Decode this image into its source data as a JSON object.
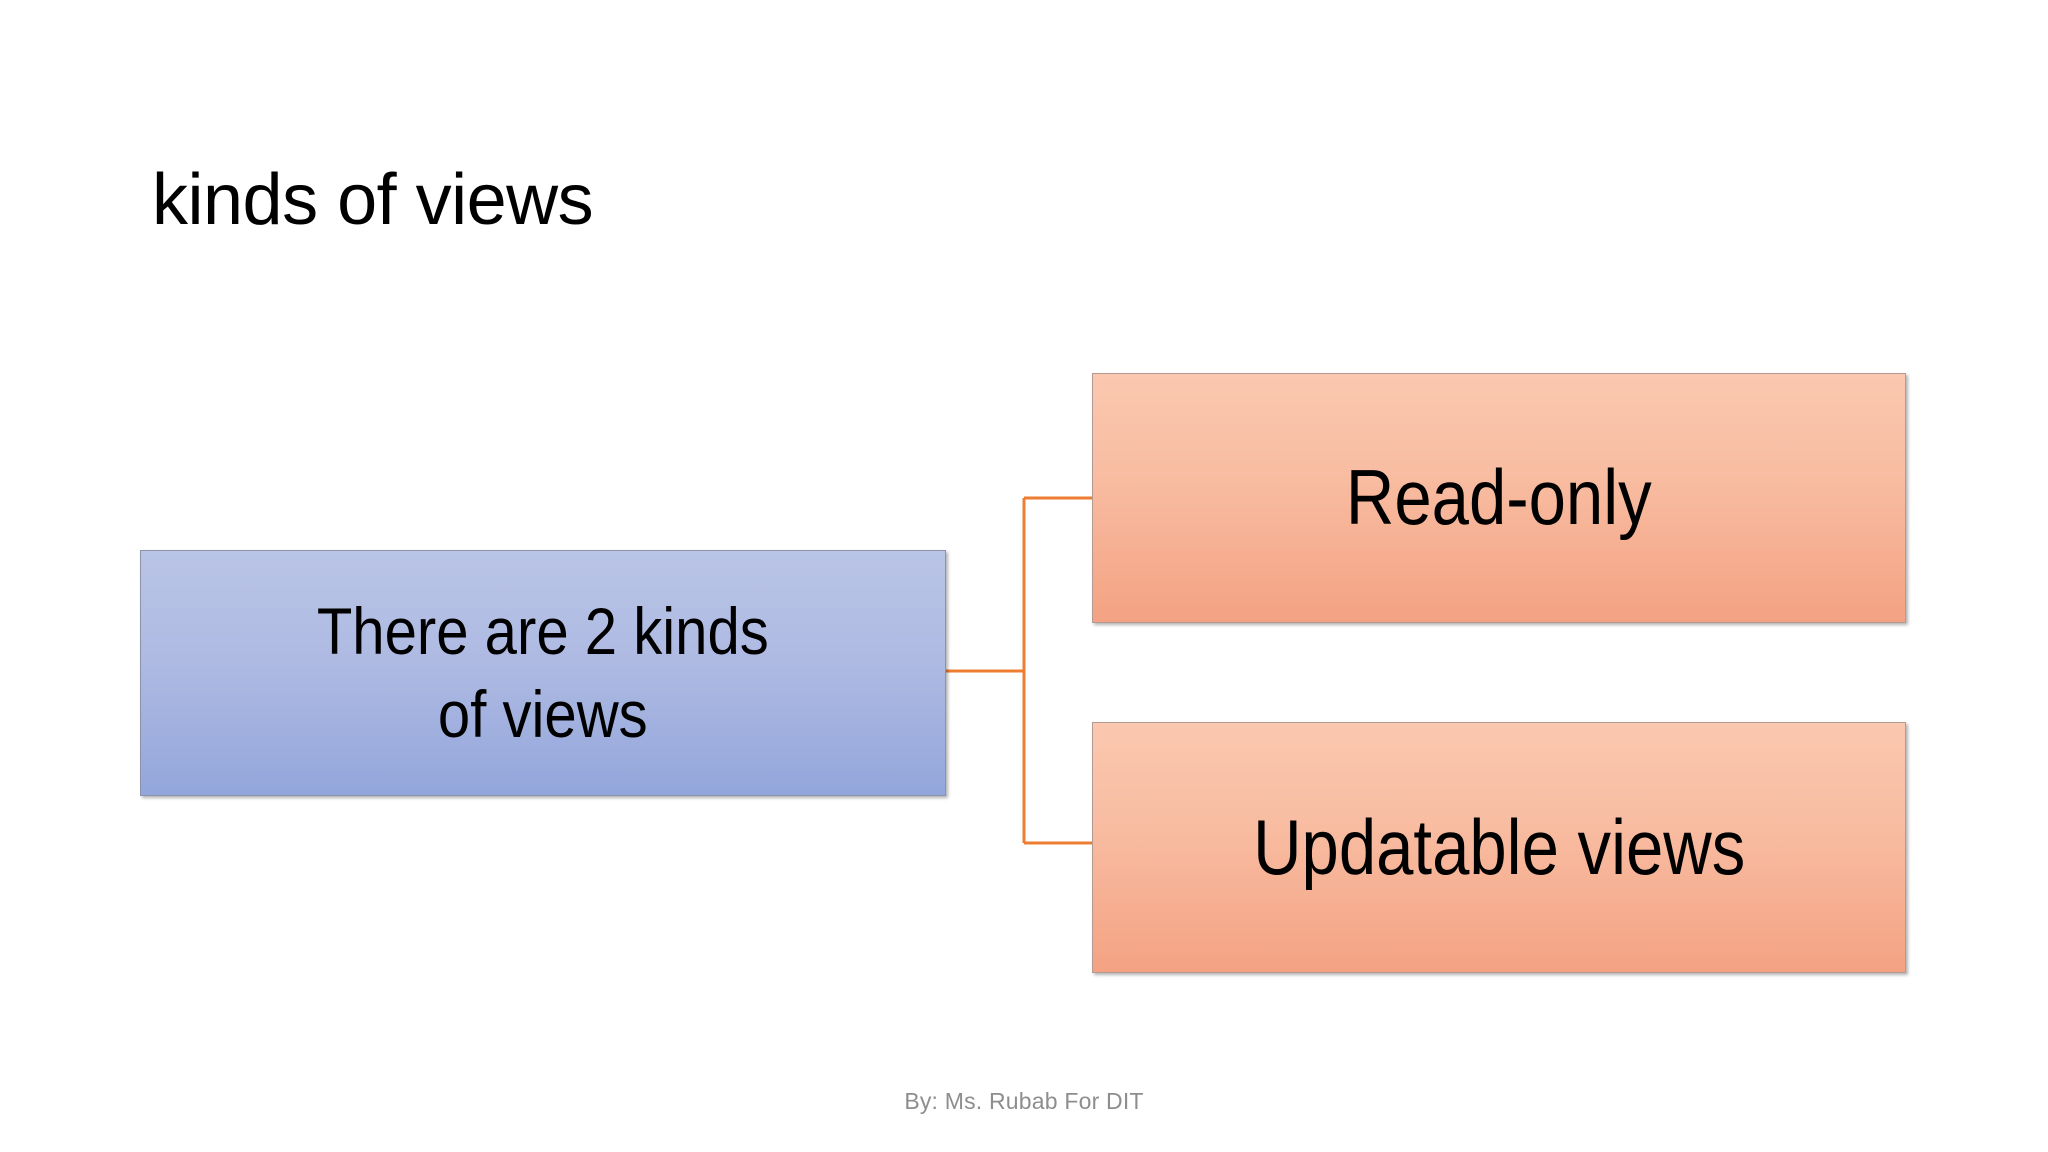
{
  "slide": {
    "title": "kinds of views",
    "footer_credit": "By: Ms. Rubab For DIT",
    "background_color": "#ffffff"
  },
  "diagram": {
    "type": "hierarchy",
    "connector_color": "#ed7d31",
    "root": {
      "label_line1": "There are 2 kinds",
      "label_line2": "of views",
      "label_full": "There are 2 kinds of views",
      "fill_top": "#b9c4e6",
      "fill_bottom": "#93a6db",
      "border_color": "#8c92a8",
      "text_color": "#000000"
    },
    "branches": [
      {
        "label": "Read-only",
        "fill_top": "#fac8af",
        "fill_bottom": "#f4a283",
        "border_color": "#b39a94",
        "text_color": "#000000"
      },
      {
        "label": "Updatable views",
        "fill_top": "#fac8af",
        "fill_bottom": "#f4a283",
        "border_color": "#b39a94",
        "text_color": "#000000"
      }
    ]
  }
}
